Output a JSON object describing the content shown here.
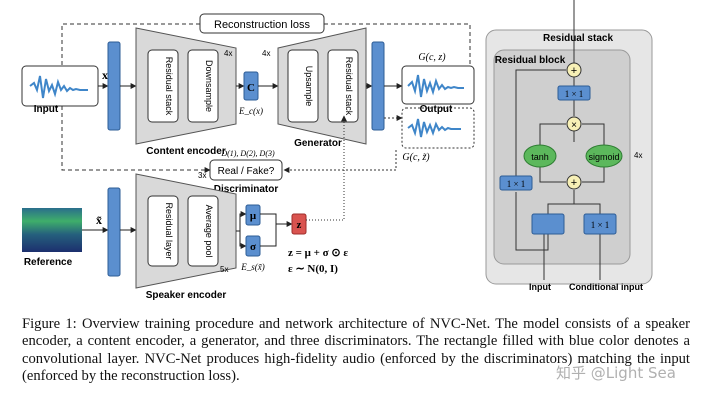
{
  "figure": {
    "reconstruction_loss": "Reconstruction loss",
    "content_encoder": {
      "title": "Content encoder",
      "blocks": [
        "Residual stack",
        "Downsample"
      ],
      "repeat": "4x",
      "output": "C",
      "output_expr": "E_c(x)"
    },
    "generator": {
      "title": "Generator",
      "blocks": [
        "Upsample",
        "Residual stack"
      ],
      "repeat": "4x",
      "output_expr": "G(c, z)",
      "output_expr_tilde": "G(c, z̃)"
    },
    "input": {
      "label": "Input",
      "symbol": "x"
    },
    "output": {
      "label": "Output"
    },
    "discriminator": {
      "title": "Discriminator",
      "box": "Real / Fake?",
      "repeat": "3x",
      "indices": "D(1), D(2), D(3)"
    },
    "speaker_encoder": {
      "title": "Speaker encoder",
      "blocks": [
        "Residual layer",
        "Average pool"
      ],
      "repeat": "5x",
      "mu": "μ",
      "sigma": "σ",
      "expr": "E_s(x̃)",
      "z": "z"
    },
    "reference": {
      "label": "Reference",
      "symbol": "x̃"
    },
    "equations": [
      "z = μ + σ ⊙ ε",
      "ε ∼ N(0, I)"
    ],
    "residual_stack": {
      "title": "Residual stack",
      "block_title": "Residual block",
      "conv_label": "1 × 1",
      "activations": [
        "tanh",
        "sigmoid"
      ],
      "repeat": "4x",
      "inputs": [
        "Input",
        "Conditional input"
      ]
    }
  },
  "caption": "Figure 1: Overview training procedure and network architecture of NVC-Net. The model consists of a speaker encoder, a content encoder, a generator, and three discriminators. The rectangle filled with blue color denotes a convolutional layer. NVC-Net produces high-fidelity audio (enforced by the discriminators) matching the input (enforced by the reconstruction loss).",
  "watermark": "知乎 @Light Sea",
  "colors": {
    "conv_blue": "#5b8fcf",
    "trapezoid_gray": "#d9d9d9",
    "waveform_blue": "#3f86c9",
    "z_red": "#d9534f",
    "tanh_green": "#5cb85c",
    "residual_bg": "#e6e6e6",
    "ops_yellow": "#f7f0b6"
  }
}
